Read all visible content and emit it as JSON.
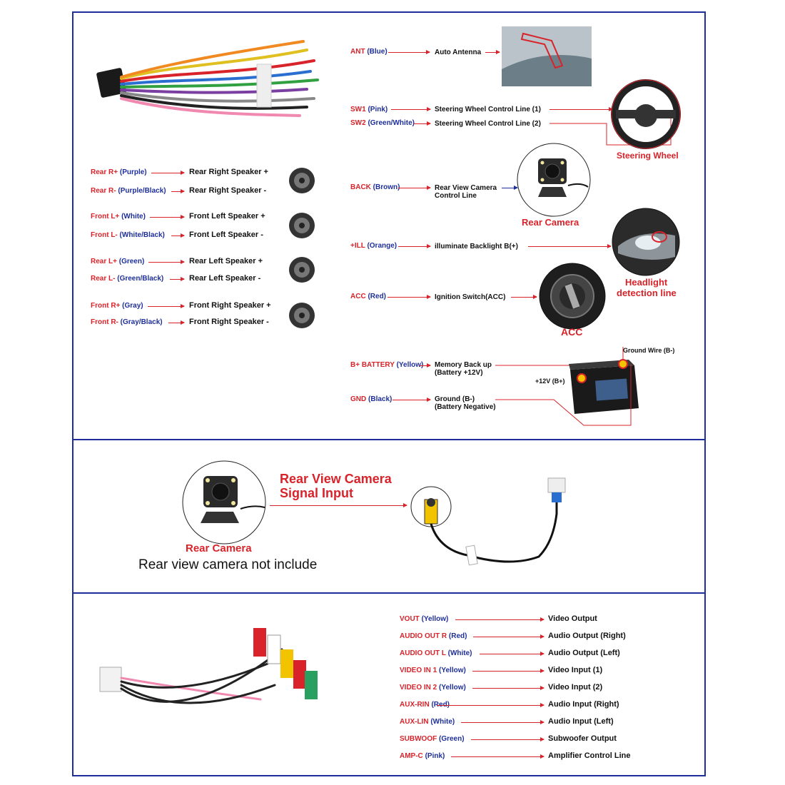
{
  "colors": {
    "frame": "#1f2f9a",
    "label_red": "#d8232a",
    "label_blue": "#1f2f9a",
    "text": "#111111"
  },
  "speakers": [
    {
      "pin": "Rear R+",
      "color": "(Purple)",
      "desc": "Rear Right Speaker +"
    },
    {
      "pin": "Rear R-",
      "color": "(Purple/Black)",
      "desc": "Rear Right Speaker -"
    },
    {
      "pin": "Front L+",
      "color": "(White)",
      "desc": "Front Left Speaker +"
    },
    {
      "pin": "Front L-",
      "color": "(White/Black)",
      "desc": "Front Left Speaker -"
    },
    {
      "pin": "Rear L+",
      "color": "(Green)",
      "desc": "Rear Left Speaker +"
    },
    {
      "pin": "Rear L-",
      "color": "(Green/Black)",
      "desc": "Rear Left Speaker -"
    },
    {
      "pin": "Front R+",
      "color": "(Gray)",
      "desc": "Front Right Speaker +"
    },
    {
      "pin": "Front R-",
      "color": "(Gray/Black)",
      "desc": "Front Right Speaker -"
    }
  ],
  "right_items": {
    "ant": {
      "pin": "ANT",
      "color": "(Blue)",
      "desc": "Auto Antenna"
    },
    "sw1": {
      "pin": "SW1",
      "color": "(Pink)",
      "desc": "Steering Wheel Control Line (1)"
    },
    "sw2": {
      "pin": "SW2",
      "color": "(Green/White)",
      "desc": "Steering Wheel Control Line (2)"
    },
    "back": {
      "pin": "BACK",
      "color": "(Brown)",
      "desc1": "Rear View Camera",
      "desc2": "Control Line"
    },
    "ill": {
      "pin": "+ILL",
      "color": "(Orange)",
      "desc": "illuminate Backlight B(+)"
    },
    "acc": {
      "pin": "ACC",
      "color": "(Red)",
      "desc": "Ignition Switch(ACC)"
    },
    "bat": {
      "pin": "B+ BATTERY",
      "color": "(Yellow)",
      "desc1": "Memory Back up",
      "desc2": "(Battery +12V)"
    },
    "gnd": {
      "pin": "GND",
      "color": "(Black)",
      "desc1": "Ground (B-)",
      "desc2": "(Battery Negative)"
    }
  },
  "captions": {
    "steering_wheel": "Steering Wheel",
    "rear_camera": "Rear Camera",
    "headlight_1": "Headlight",
    "headlight_2": "detection line",
    "acc": "ACC",
    "ground_wire": "Ground Wire (B-)",
    "plus12v": "+12V  (B+)"
  },
  "camera_section": {
    "title1": "Rear View Camera",
    "title2": "Signal Input",
    "camera_label": "Rear Camera",
    "note": "Rear view camera not include"
  },
  "rca": [
    {
      "pin": "VOUT",
      "color": "(Yellow)",
      "desc": "Video Output"
    },
    {
      "pin": "AUDIO OUT R",
      "color": "(Red)",
      "desc": "Audio Output (Right)"
    },
    {
      "pin": "AUDIO OUT L",
      "color": "(White)",
      "desc": "Audio Output (Left)"
    },
    {
      "pin": "VIDEO IN 1",
      "color": "(Yellow)",
      "desc": "Video Input (1)"
    },
    {
      "pin": "VIDEO IN 2",
      "color": "(Yellow)",
      "desc": "Video Input (2)"
    },
    {
      "pin": "AUX-RIN",
      "color": "(Red)",
      "desc": "Audio Input (Right)"
    },
    {
      "pin": "AUX-LIN",
      "color": "(White)",
      "desc": "Audio Input (Left)"
    },
    {
      "pin": "SUBWOOF",
      "color": "(Green)",
      "desc": "Subwoofer Output"
    },
    {
      "pin": "AMP-C",
      "color": "(Pink)",
      "desc": "Amplifier Control Line"
    }
  ]
}
